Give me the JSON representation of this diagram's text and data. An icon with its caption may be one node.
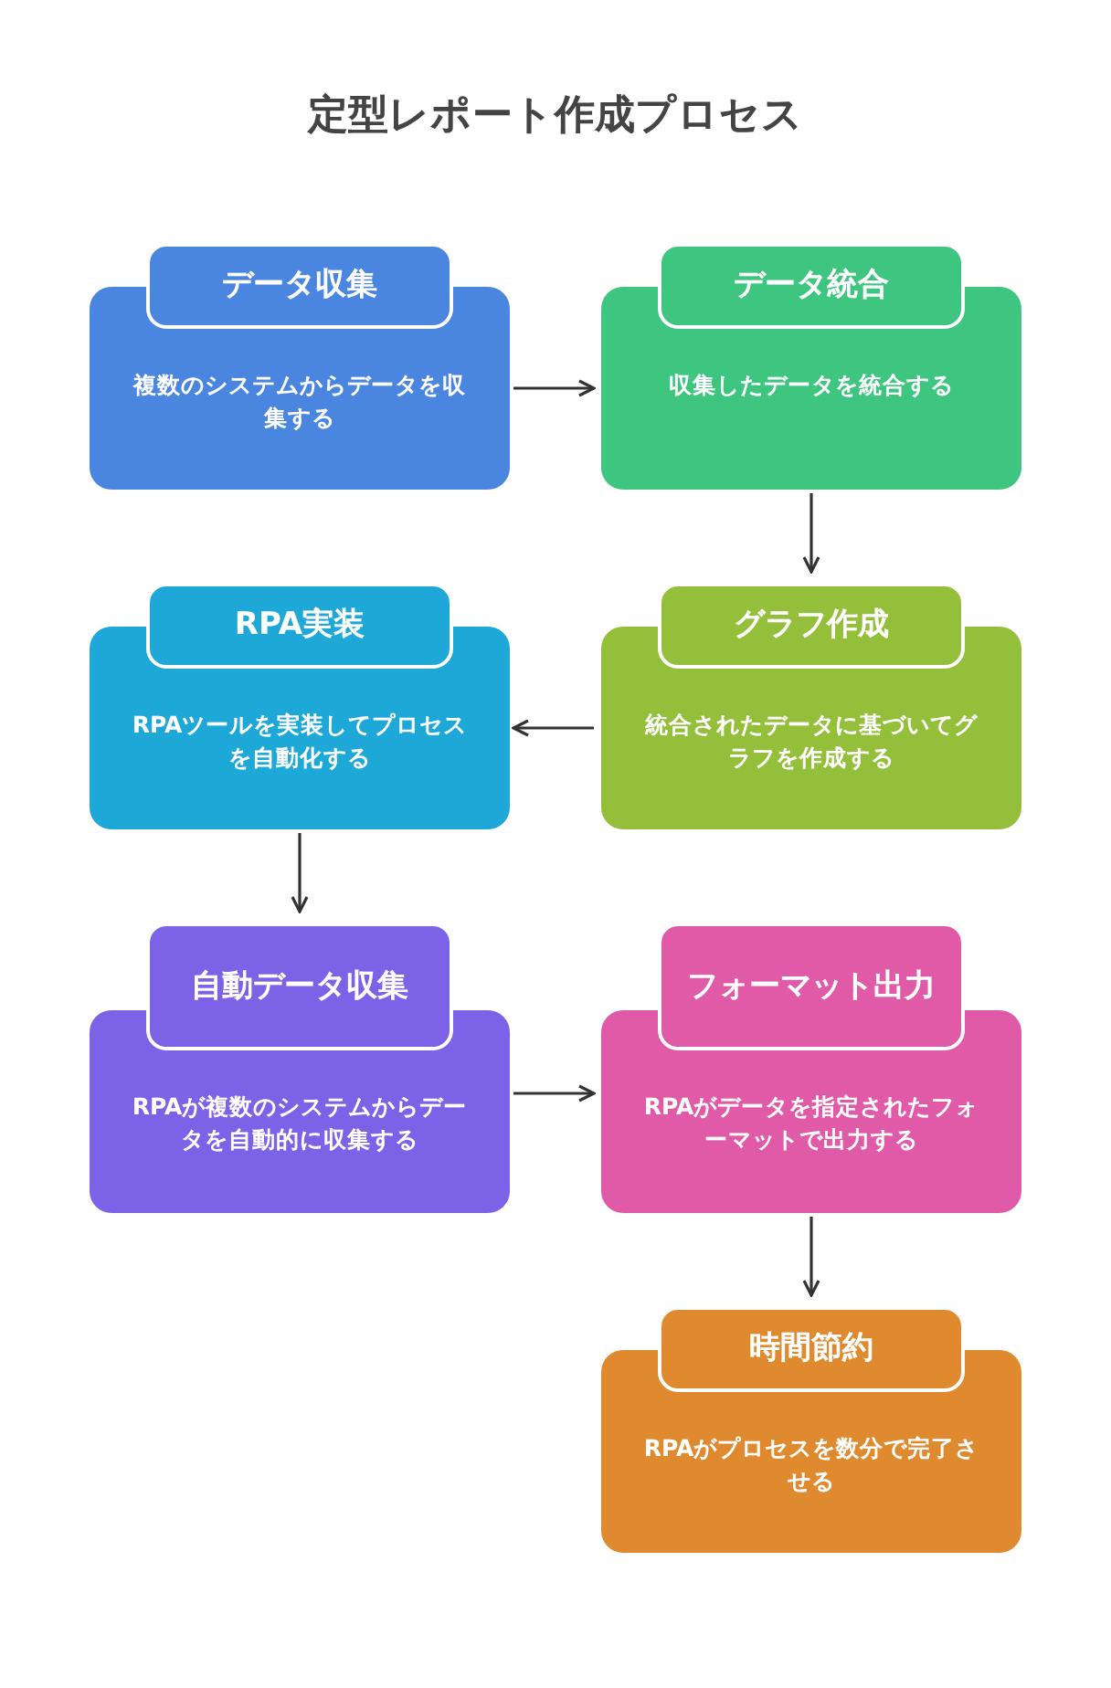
{
  "diagram": {
    "title": "定型レポート作成プロセス",
    "nodes": [
      {
        "text": [
          "データ収集",
          "複数のシステムからデータを収集する"
        ]
      },
      {
        "text": [
          "データ統合",
          "収集したデータを統合する"
        ]
      },
      {
        "text": [
          "RPA実装",
          "RPAツールを実装してプロセスを自動化する"
        ]
      },
      {
        "text": [
          "グラフ作成",
          "統合されたデータに基づいてグラフを作成する"
        ]
      },
      {
        "text": [
          "自動データ収集",
          "RPAが複数のシステムからデータを自動的に収集する"
        ]
      },
      {
        "text": [
          "フォーマット出力",
          "RPAがデータを指定されたフォーマットで出力する"
        ]
      },
      {
        "text": [
          "時間節約",
          "RPAがプロセスを数分で完了させる"
        ]
      }
    ],
    "edges": [
      {
        "from": 0,
        "to": 1,
        "arrow": "to"
      },
      {
        "from": 1,
        "to": 3,
        "arrow": "to"
      },
      {
        "from": 3,
        "to": 2,
        "arrow": "to"
      },
      {
        "from": 2,
        "to": 4,
        "arrow": "to"
      },
      {
        "from": 4,
        "to": 5,
        "arrow": "to"
      },
      {
        "from": 5,
        "to": 6,
        "arrow": "to"
      }
    ]
  }
}
